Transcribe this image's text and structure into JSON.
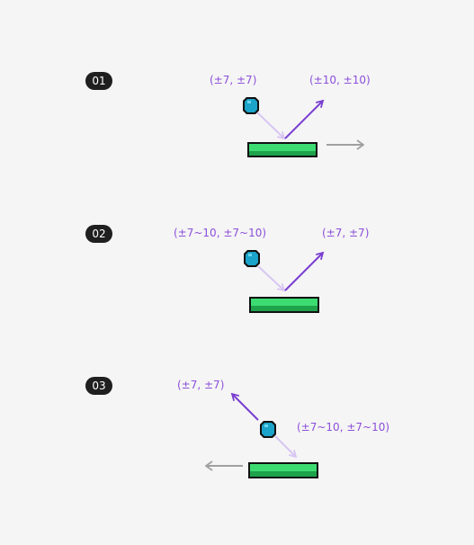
{
  "colors": {
    "background": "#f5f5f5",
    "badge_bg": "#1f1f1f",
    "badge_text": "#ffffff",
    "label_text": "#8c4fd9",
    "velocity_arrow": "#7a3fd1",
    "incoming_arrow": "#d8c6f2",
    "paddle_motion_arrow": "#a0a0a0",
    "paddle_top": "#3ddc72",
    "paddle_bottom": "#1fa24c",
    "paddle_outline": "#111111",
    "ball_fill": "#1ba3c9",
    "ball_highlight": "#6ad6ee",
    "ball_outline": "#111111"
  },
  "panels": [
    {
      "badge": "01",
      "incoming_velocity": "(±7, ±7)",
      "outgoing_velocity": "(±10, ±10)",
      "paddle_motion": "right-arrow-icon"
    },
    {
      "badge": "02",
      "incoming_velocity": "(±7~10, ±7~10)",
      "outgoing_velocity": "(±7, ±7)",
      "paddle_motion": "none"
    },
    {
      "badge": "03",
      "incoming_velocity": "(±7~10, ±7~10)",
      "outgoing_velocity": "(±7, ±7)",
      "paddle_motion": "left-arrow-icon"
    }
  ]
}
